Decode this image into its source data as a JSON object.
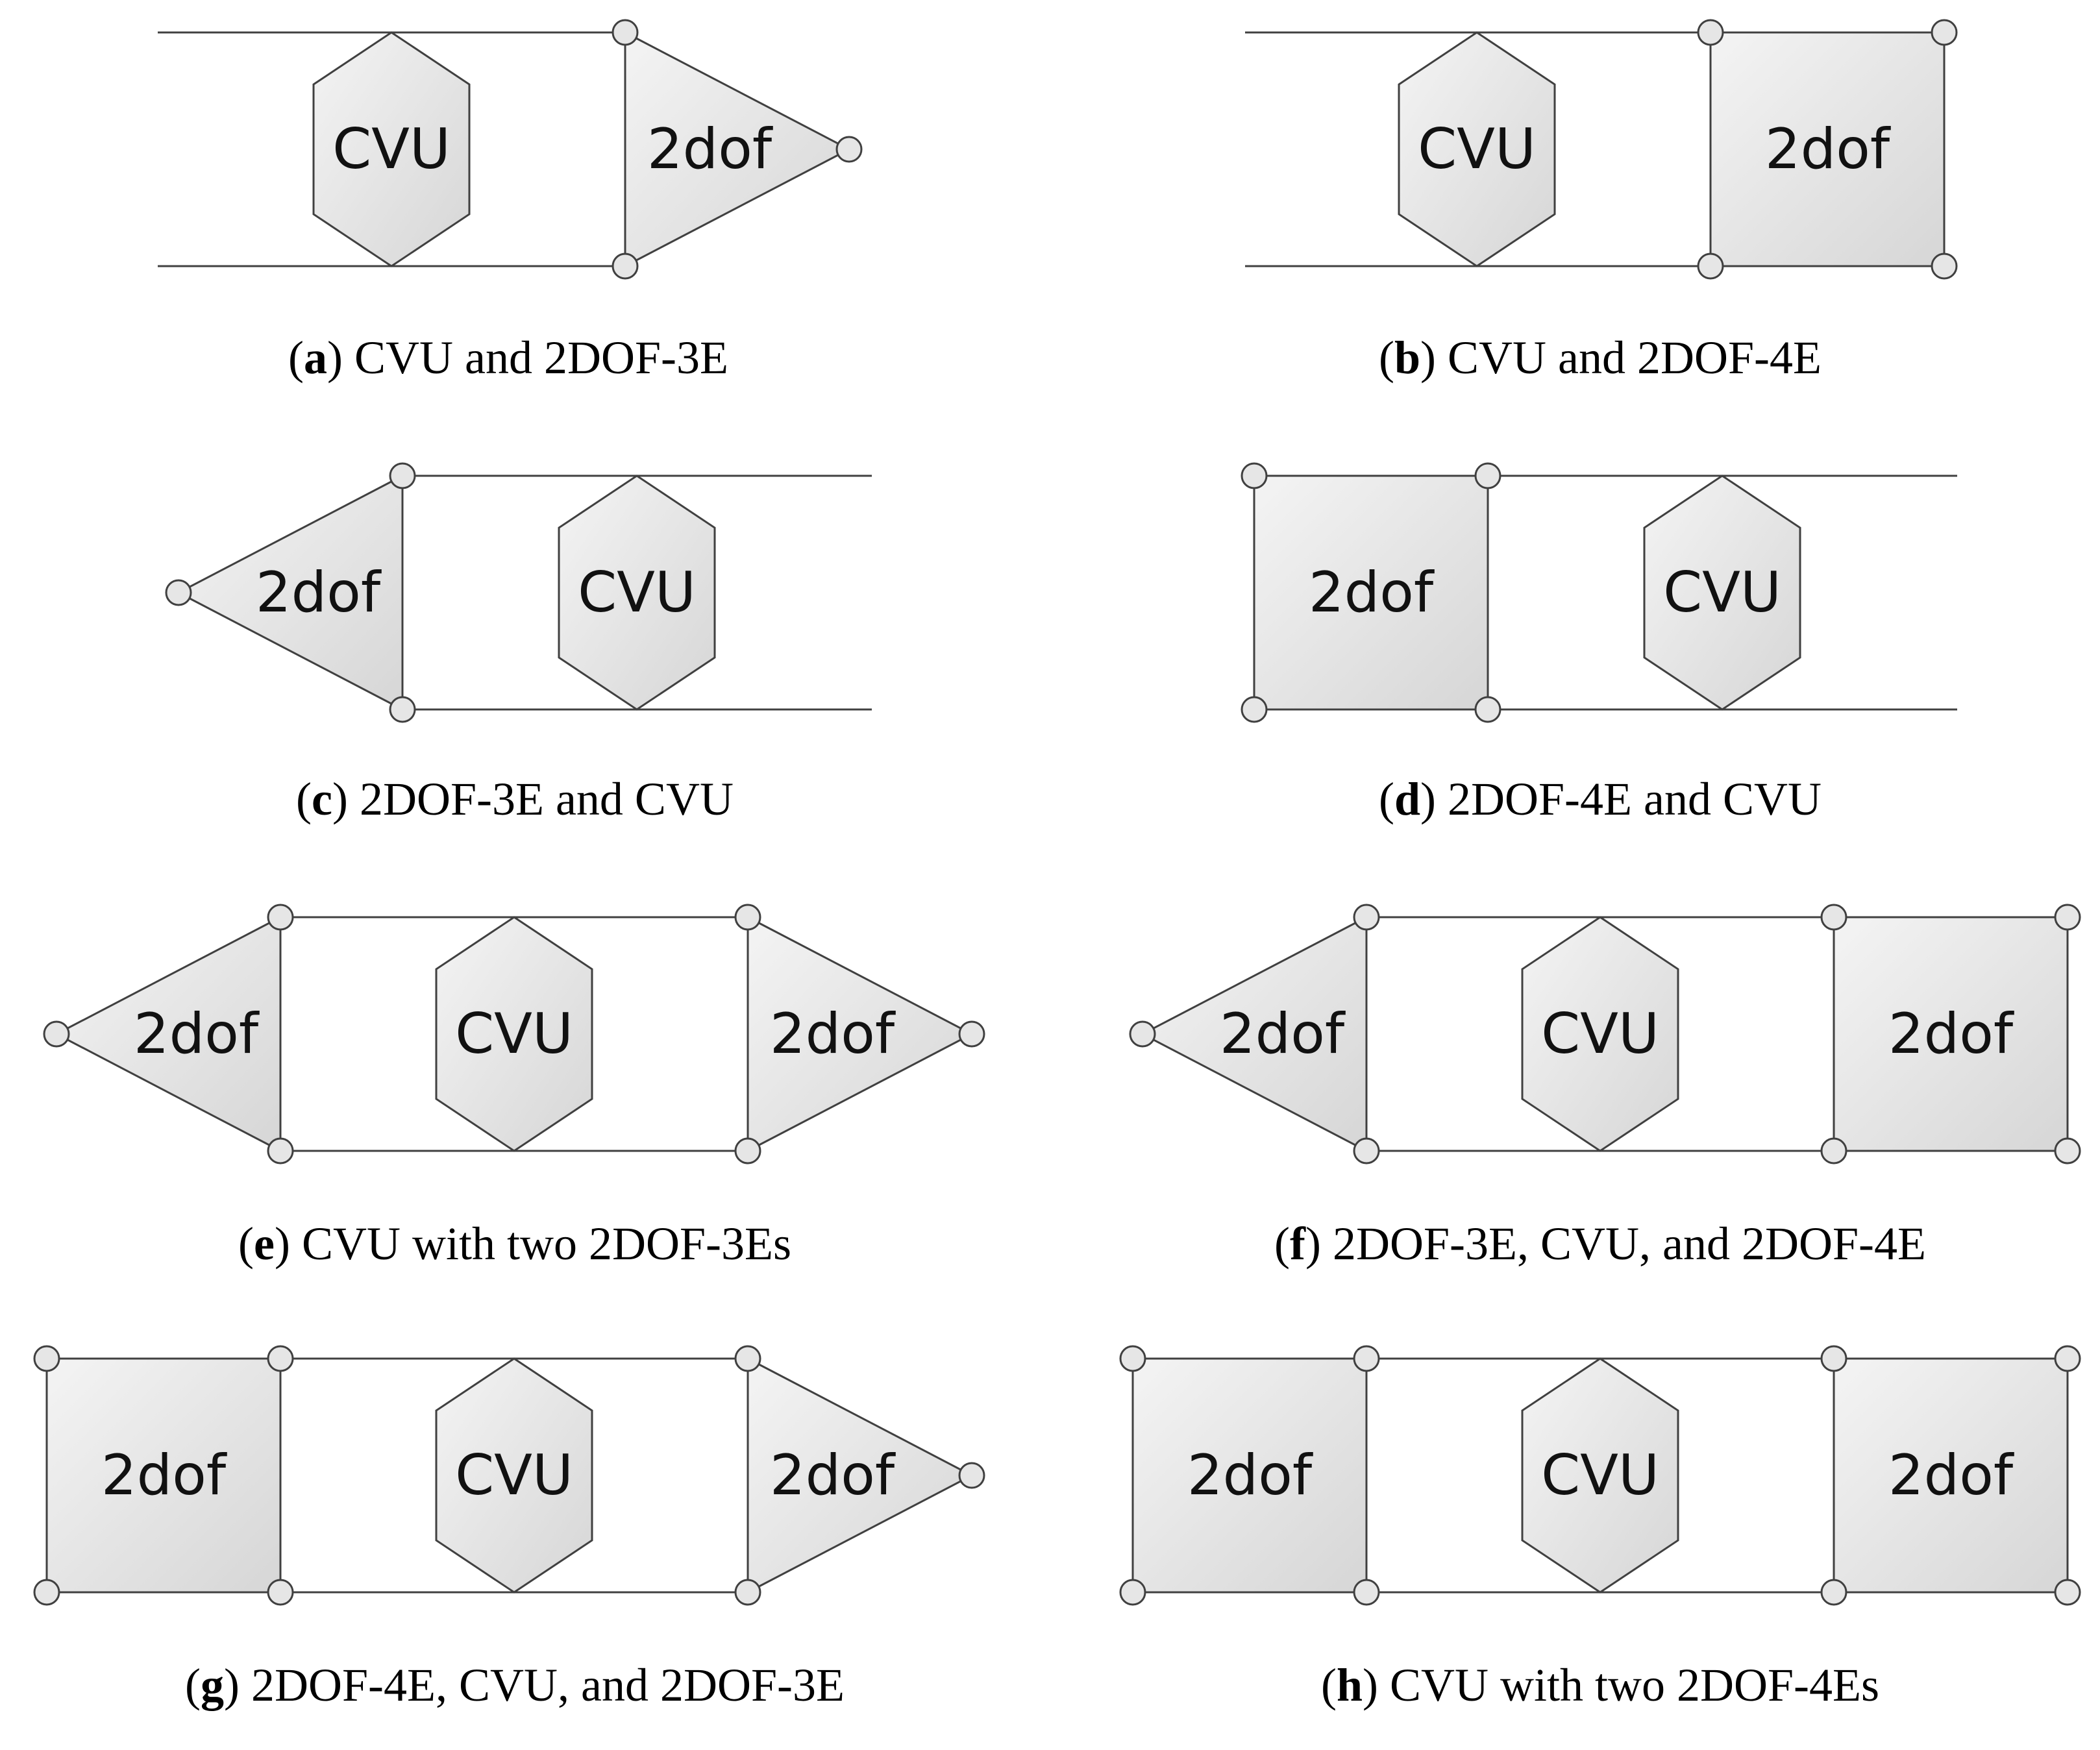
{
  "labels": {
    "cvu": "CVU",
    "dof": "2dof"
  },
  "colors": {
    "stroke": "#404040",
    "fill_light": "#f4f4f4",
    "fill_dark": "#d6d6d6",
    "node_fill": "#e6e6e6"
  },
  "panels": [
    {
      "letter": "a",
      "caption": " CVU and 2DOF-3E",
      "elements": [
        {
          "kind": "cvu",
          "label": "CVU"
        },
        {
          "kind": "triangle",
          "label": "2dof",
          "direction": "right"
        }
      ]
    },
    {
      "letter": "b",
      "caption": " CVU and 2DOF-4E",
      "elements": [
        {
          "kind": "cvu",
          "label": "CVU"
        },
        {
          "kind": "square",
          "label": "2dof"
        }
      ]
    },
    {
      "letter": "c",
      "caption": " 2DOF-3E and CVU",
      "elements": [
        {
          "kind": "triangle",
          "label": "2dof",
          "direction": "left"
        },
        {
          "kind": "cvu",
          "label": "CVU"
        }
      ]
    },
    {
      "letter": "d",
      "caption": " 2DOF-4E and CVU",
      "elements": [
        {
          "kind": "square",
          "label": "2dof"
        },
        {
          "kind": "cvu",
          "label": "CVU"
        }
      ]
    },
    {
      "letter": "e",
      "caption": " CVU with two 2DOF-3Es",
      "elements": [
        {
          "kind": "triangle",
          "label": "2dof",
          "direction": "left"
        },
        {
          "kind": "cvu",
          "label": "CVU"
        },
        {
          "kind": "triangle",
          "label": "2dof",
          "direction": "right"
        }
      ]
    },
    {
      "letter": "f",
      "caption": " 2DOF-3E, CVU, and 2DOF-4E",
      "elements": [
        {
          "kind": "triangle",
          "label": "2dof",
          "direction": "left"
        },
        {
          "kind": "cvu",
          "label": "CVU"
        },
        {
          "kind": "square",
          "label": "2dof"
        }
      ]
    },
    {
      "letter": "g",
      "caption": " 2DOF-4E, CVU, and 2DOF-3E",
      "elements": [
        {
          "kind": "square",
          "label": "2dof"
        },
        {
          "kind": "cvu",
          "label": "CVU"
        },
        {
          "kind": "triangle",
          "label": "2dof",
          "direction": "right"
        }
      ]
    },
    {
      "letter": "h",
      "caption": " CVU with two 2DOF-4Es",
      "elements": [
        {
          "kind": "square",
          "label": "2dof"
        },
        {
          "kind": "cvu",
          "label": "CVU"
        },
        {
          "kind": "square",
          "label": "2dof"
        }
      ]
    }
  ]
}
